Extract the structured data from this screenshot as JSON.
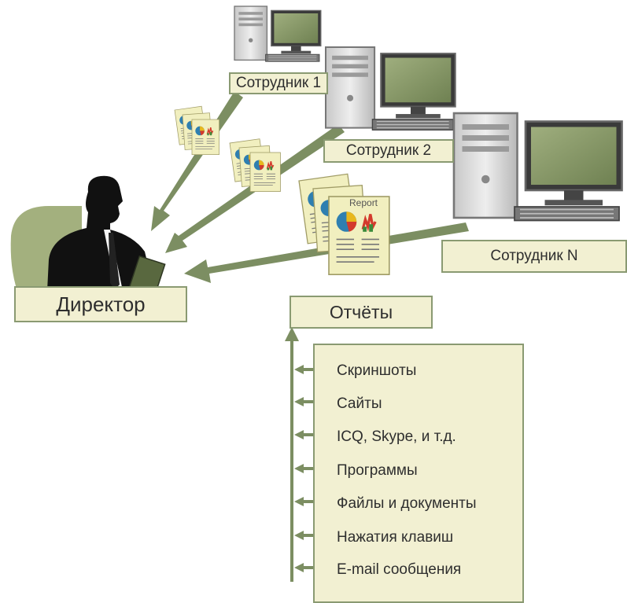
{
  "employees": [
    {
      "label": "Сотрудник 1"
    },
    {
      "label": "Сотрудник 2"
    },
    {
      "label": "Сотрудник N"
    }
  ],
  "director": {
    "label": "Директор"
  },
  "reports": {
    "label": "Отчёты"
  },
  "report_doc_title": "Report",
  "features": [
    "Скриншоты",
    "Сайты",
    "ICQ, Skype, и т.д.",
    "Программы",
    "Файлы и документы",
    "Нажатия клавиш",
    "E-mail сообщения"
  ],
  "colors": {
    "arrow": "#7c8e62",
    "box_fill": "#f2f0d2",
    "box_border": "#8a9a72",
    "chair": "#a3b07e",
    "monitor_screen": "#849565",
    "case": "#d9d9d9"
  }
}
